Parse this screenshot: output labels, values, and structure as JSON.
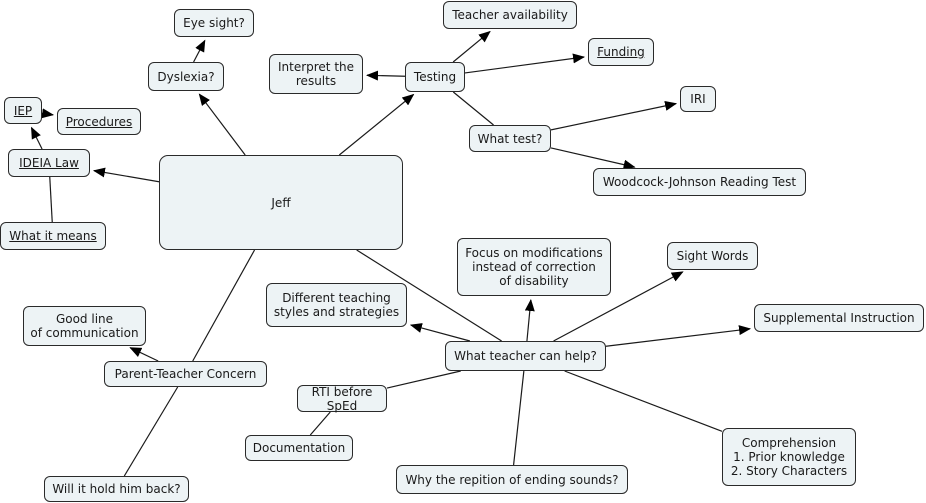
{
  "diagram": {
    "type": "concept-map",
    "colors": {
      "node_fill": "#edf3f5",
      "node_border": "#2a2a2a",
      "line": "#1a1a1a"
    },
    "nodes": {
      "jeff": "Jeff",
      "dyslexia": "Dyslexia?",
      "eye_sight": "Eye sight?",
      "ideia_law": "IDEIA Law",
      "iep": "IEP",
      "procedures": "Procedures",
      "what_it_means": "What it means",
      "testing": "Testing",
      "interpret": "Interpret the\nresults",
      "teacher_availability": "Teacher availability",
      "funding": "Funding",
      "what_test": "What test?",
      "iri": "IRI",
      "woodcock": "Woodcock-Johnson Reading Test",
      "what_teacher": "What teacher can help?",
      "focus": "Focus on modifications\ninstead of correction\nof disability",
      "different_teaching": "Different teaching\nstyles and strategies",
      "sight_words": "Sight Words",
      "supplemental": "Supplemental Instruction",
      "rti": "RTI before SpEd",
      "documentation": "Documentation",
      "repition": "Why the repition of ending sounds?",
      "comprehension": "Comprehension\n1. Prior knowledge\n2. Story Characters",
      "parent_teacher": "Parent-Teacher Concern",
      "good_line": "Good line\nof communication",
      "hold_back": "Will it hold him back?"
    },
    "links": [
      {
        "from": "jeff",
        "to": "dyslexia",
        "arrow": true
      },
      {
        "from": "dyslexia",
        "to": "eye_sight",
        "arrow": true
      },
      {
        "from": "jeff",
        "to": "ideia_law",
        "arrow": true
      },
      {
        "from": "ideia_law",
        "to": "iep",
        "arrow": true
      },
      {
        "from": "iep",
        "to": "procedures",
        "arrow": true
      },
      {
        "from": "ideia_law",
        "to": "what_it_means",
        "arrow": false
      },
      {
        "from": "jeff",
        "to": "testing",
        "arrow": true
      },
      {
        "from": "testing",
        "to": "interpret",
        "arrow": true
      },
      {
        "from": "testing",
        "to": "teacher_availability",
        "arrow": true
      },
      {
        "from": "testing",
        "to": "funding",
        "arrow": true
      },
      {
        "from": "testing",
        "to": "what_test",
        "arrow": false
      },
      {
        "from": "what_test",
        "to": "iri",
        "arrow": true
      },
      {
        "from": "what_test",
        "to": "woodcock",
        "arrow": true
      },
      {
        "from": "jeff",
        "to": "what_teacher",
        "arrow": false
      },
      {
        "from": "what_teacher",
        "to": "focus",
        "arrow": true
      },
      {
        "from": "what_teacher",
        "to": "different_teaching",
        "arrow": true
      },
      {
        "from": "what_teacher",
        "to": "sight_words",
        "arrow": true
      },
      {
        "from": "what_teacher",
        "to": "supplemental",
        "arrow": true
      },
      {
        "from": "what_teacher",
        "to": "rti",
        "arrow": false
      },
      {
        "from": "rti",
        "to": "documentation",
        "arrow": false
      },
      {
        "from": "what_teacher",
        "to": "repition",
        "arrow": false
      },
      {
        "from": "what_teacher",
        "to": "comprehension",
        "arrow": false
      },
      {
        "from": "jeff",
        "to": "parent_teacher",
        "arrow": false
      },
      {
        "from": "parent_teacher",
        "to": "good_line",
        "arrow": true
      },
      {
        "from": "parent_teacher",
        "to": "hold_back",
        "arrow": false
      }
    ]
  }
}
